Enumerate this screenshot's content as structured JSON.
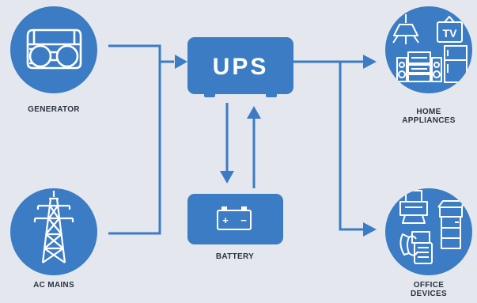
{
  "nodes": {
    "ups": "UPS",
    "generator": "GENERATOR",
    "ac_mains": "AC MAINS",
    "battery": "BATTERY",
    "home": [
      "HOME",
      "APPLIANCES"
    ],
    "office": [
      "OFFICE",
      "DEVICES"
    ]
  },
  "icons": {
    "tv_text": "TV",
    "battery_plus": "+",
    "battery_minus": "−"
  },
  "colors": {
    "background": "#e4e8ee",
    "primary": "#3b7cc4",
    "icon_line": "#ffffff",
    "text": "#2b3340"
  }
}
